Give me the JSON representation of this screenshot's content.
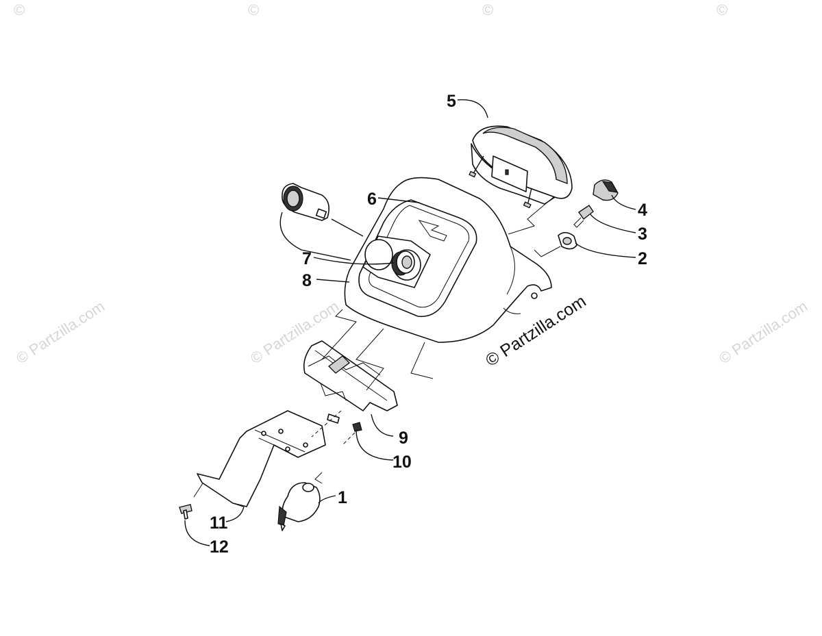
{
  "watermarks": {
    "corner_text": "©",
    "repeat_text": "© Partzilla.com",
    "main_text": "© Partzilla.com"
  },
  "callouts": [
    "1",
    "2",
    "3",
    "4",
    "5",
    "6",
    "7",
    "8",
    "9",
    "10",
    "11",
    "12"
  ],
  "colors": {
    "line": "#111111",
    "watermark": "#d6d6d6",
    "shade": "#cfcfcf"
  }
}
